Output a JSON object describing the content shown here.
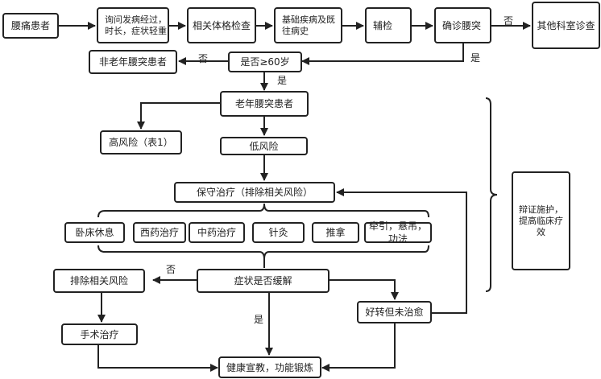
{
  "nodes": {
    "patient": "腰痛患者",
    "history": "询问发病经过，时长，症状轻重",
    "exam": "相关体格检查",
    "past": "基础疾病及既往病史",
    "aux": "辅检",
    "confirm": "确诊腰突",
    "other": "其他科室诊查",
    "nonelder": "非老年腰突患者",
    "age": "是否≥60岁",
    "elder": "老年腰突患者",
    "high": "高风险（表1）",
    "low": "低风险",
    "conservative": "保守治疗（排除相关风险）",
    "bedrest": "卧床休息",
    "western": "西药治疗",
    "chinese": "中药治疗",
    "acupuncture": "针灸",
    "massage": "推拿",
    "traction": "牵引，悬吊，功法",
    "relief": "症状是否缓解",
    "exclude": "排除相关风险",
    "surgery": "手术治疗",
    "improved": "好转但未治愈",
    "education": "健康宣教，功能锻炼",
    "care": "辩证施护，提高临床疗效"
  },
  "labels": {
    "confirm_no": "否",
    "confirm_yes": "是",
    "age_no": "否",
    "age_yes": "是",
    "relief_no": "否",
    "relief_yes": "是"
  }
}
